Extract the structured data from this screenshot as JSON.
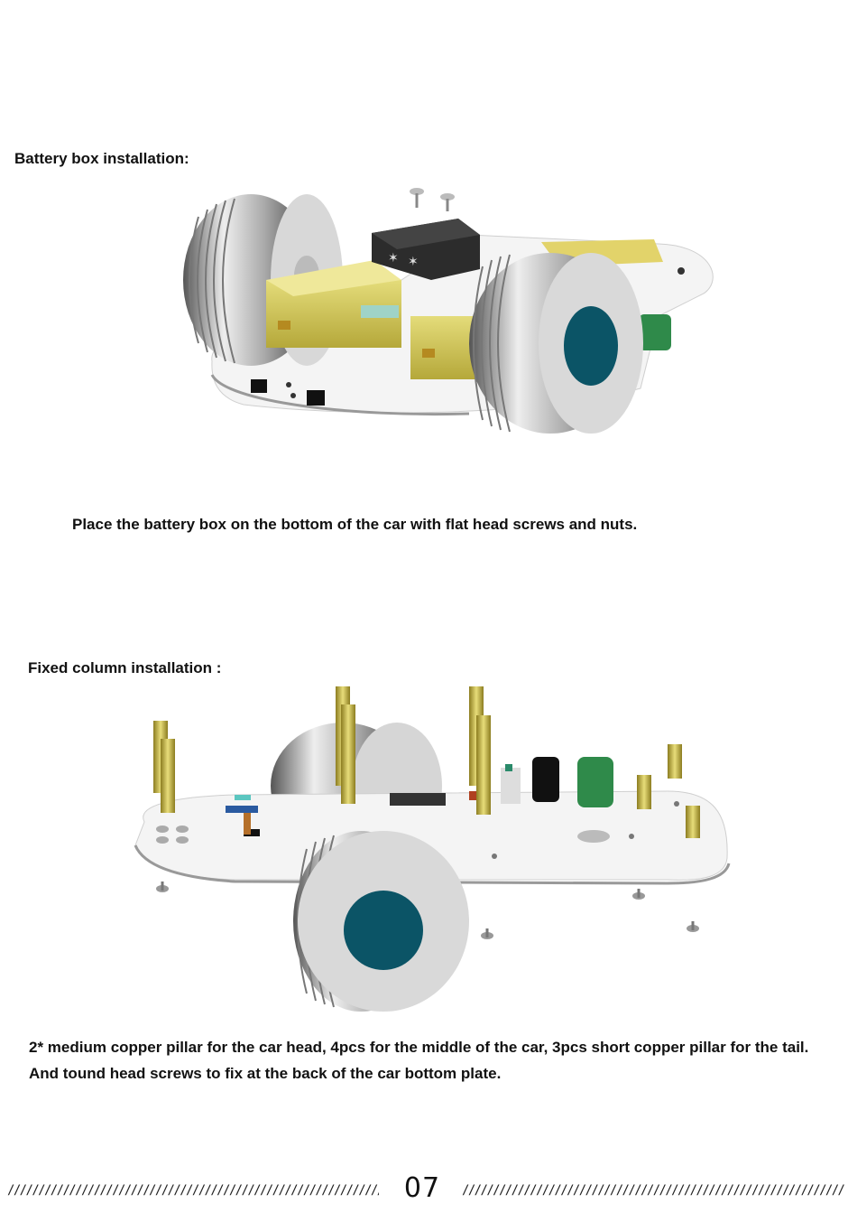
{
  "sections": [
    {
      "heading": "Battery box installation:",
      "caption": "Place the battery box on the bottom of the car with flat head screws and nuts."
    },
    {
      "heading": "Fixed column installation :",
      "caption": "2* medium copper pillar for the car head, 4pcs for the middle of the car, 3pcs short copper pillar for the tail. And tound head screws to fix at the back of the car bottom plate."
    }
  ],
  "footer": {
    "page_number": "07",
    "slashes_left": "//////////////////////////////////////////////////////////////////////////",
    "slashes_right": "//////////////////////////////////////////////////////////////////////////"
  }
}
